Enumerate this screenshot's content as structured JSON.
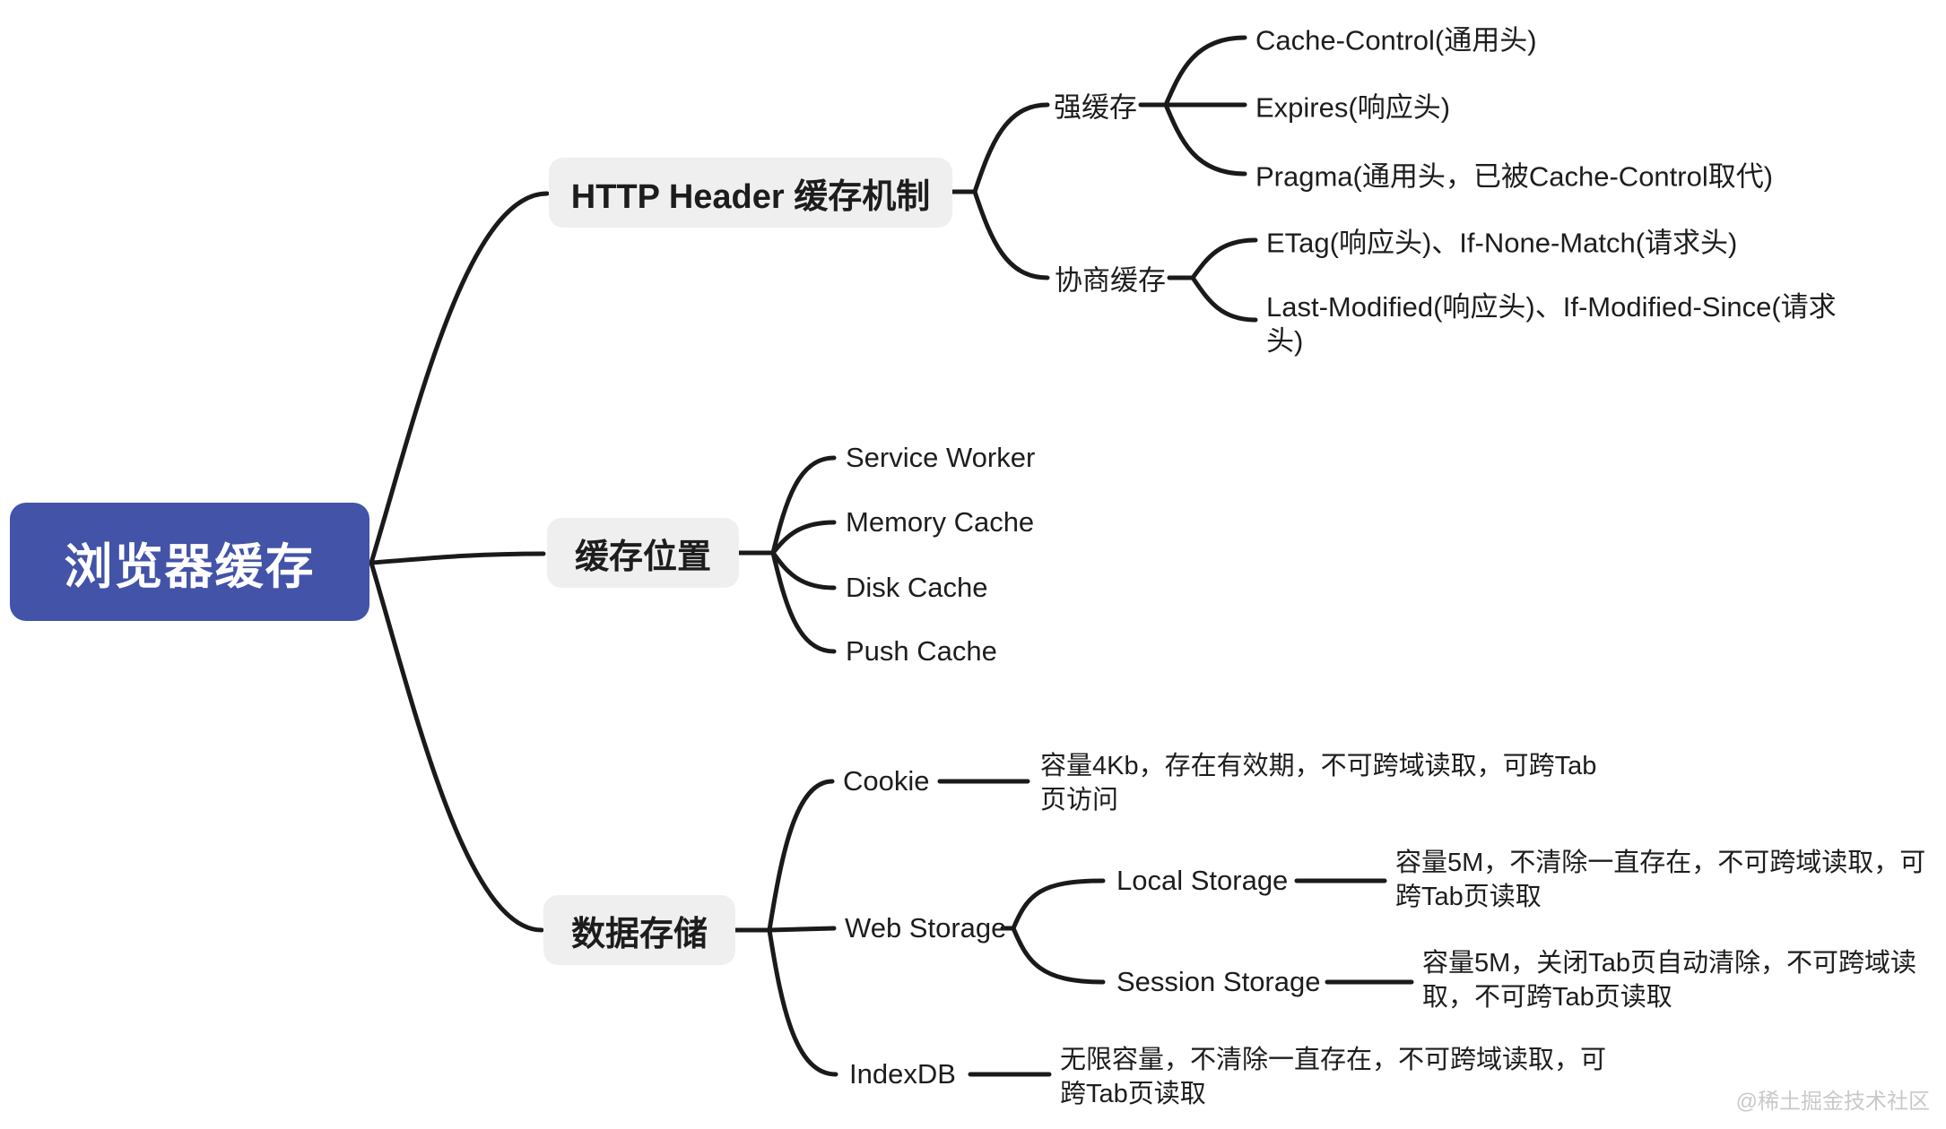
{
  "colors": {
    "root_bg": "#4253a8",
    "branch_bg": "#efefef",
    "line": "#1a1a1a",
    "text": "#1d1d1d",
    "watermark": "#c9c9c9"
  },
  "watermark": "@稀土掘金技术社区",
  "tree": {
    "label": "浏览器缓存",
    "children": [
      {
        "label": "HTTP Header 缓存机制",
        "children": [
          {
            "label": "强缓存",
            "children": [
              {
                "label": "Cache-Control(通用头)"
              },
              {
                "label": "Expires(响应头)"
              },
              {
                "label": "Pragma(通用头，已被Cache-Control取代)"
              }
            ]
          },
          {
            "label": "协商缓存",
            "children": [
              {
                "label": "ETag(响应头)、If-None-Match(请求头)"
              },
              {
                "label": "Last-Modified(响应头)、If-Modified-Since(请求头)"
              }
            ]
          }
        ]
      },
      {
        "label": "缓存位置",
        "children": [
          {
            "label": "Service Worker"
          },
          {
            "label": "Memory Cache"
          },
          {
            "label": "Disk Cache"
          },
          {
            "label": "Push Cache"
          }
        ]
      },
      {
        "label": "数据存储",
        "children": [
          {
            "label": "Cookie",
            "desc": "容量4Kb，存在有效期，不可跨域读取，可跨Tab页访问"
          },
          {
            "label": "Web Storage",
            "children": [
              {
                "label": "Local Storage",
                "desc": "容量5M，不清除一直存在，不可跨域读取，可跨Tab页读取"
              },
              {
                "label": "Session Storage",
                "desc": "容量5M，关闭Tab页自动清除，不可跨域读取，不可跨Tab页读取"
              }
            ]
          },
          {
            "label": "IndexDB",
            "desc": "无限容量，不清除一直存在，不可跨域读取，可跨Tab页读取"
          }
        ]
      }
    ]
  }
}
